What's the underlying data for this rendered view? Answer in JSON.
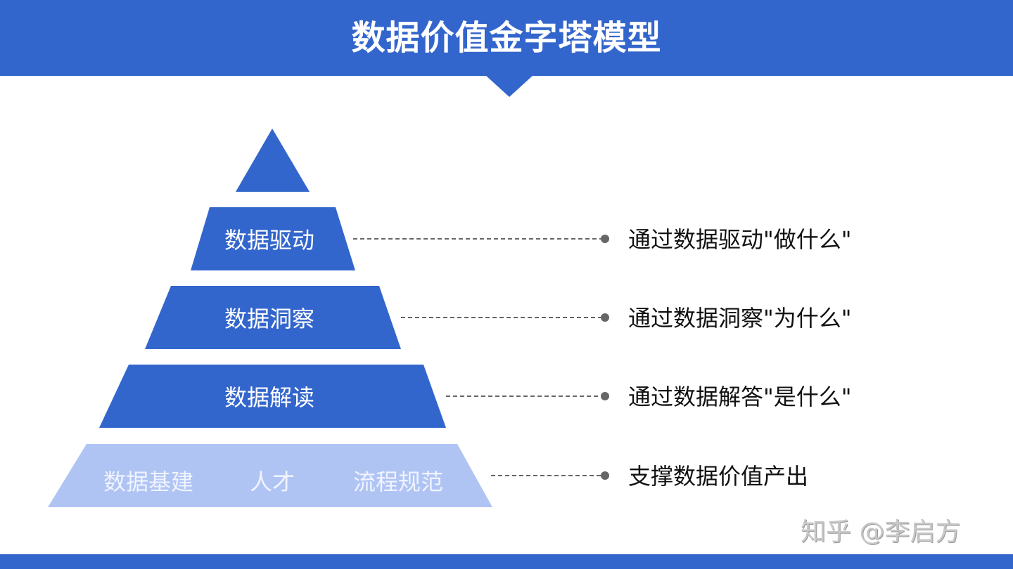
{
  "header": {
    "title": "数据价值金字塔模型"
  },
  "colors": {
    "primary_blue": "#3366cc",
    "base_light_blue": "#b0c4f4",
    "connector_gray": "#666666",
    "text_dark": "#111111",
    "watermark_gray": "#c8c8c8"
  },
  "pyramid": {
    "apex": {
      "label": ""
    },
    "layers": [
      {
        "label": "数据驱动",
        "description": "通过数据驱动\"做什么\""
      },
      {
        "label": "数据洞察",
        "description": "通过数据洞察\"为什么\""
      },
      {
        "label": "数据解读",
        "description": "通过数据解答\"是什么\""
      }
    ],
    "base": {
      "items": [
        "数据基建",
        "人才",
        "流程规范"
      ],
      "description": "支撑数据价值产出"
    }
  },
  "watermark": {
    "text": "知乎 @李启方"
  }
}
